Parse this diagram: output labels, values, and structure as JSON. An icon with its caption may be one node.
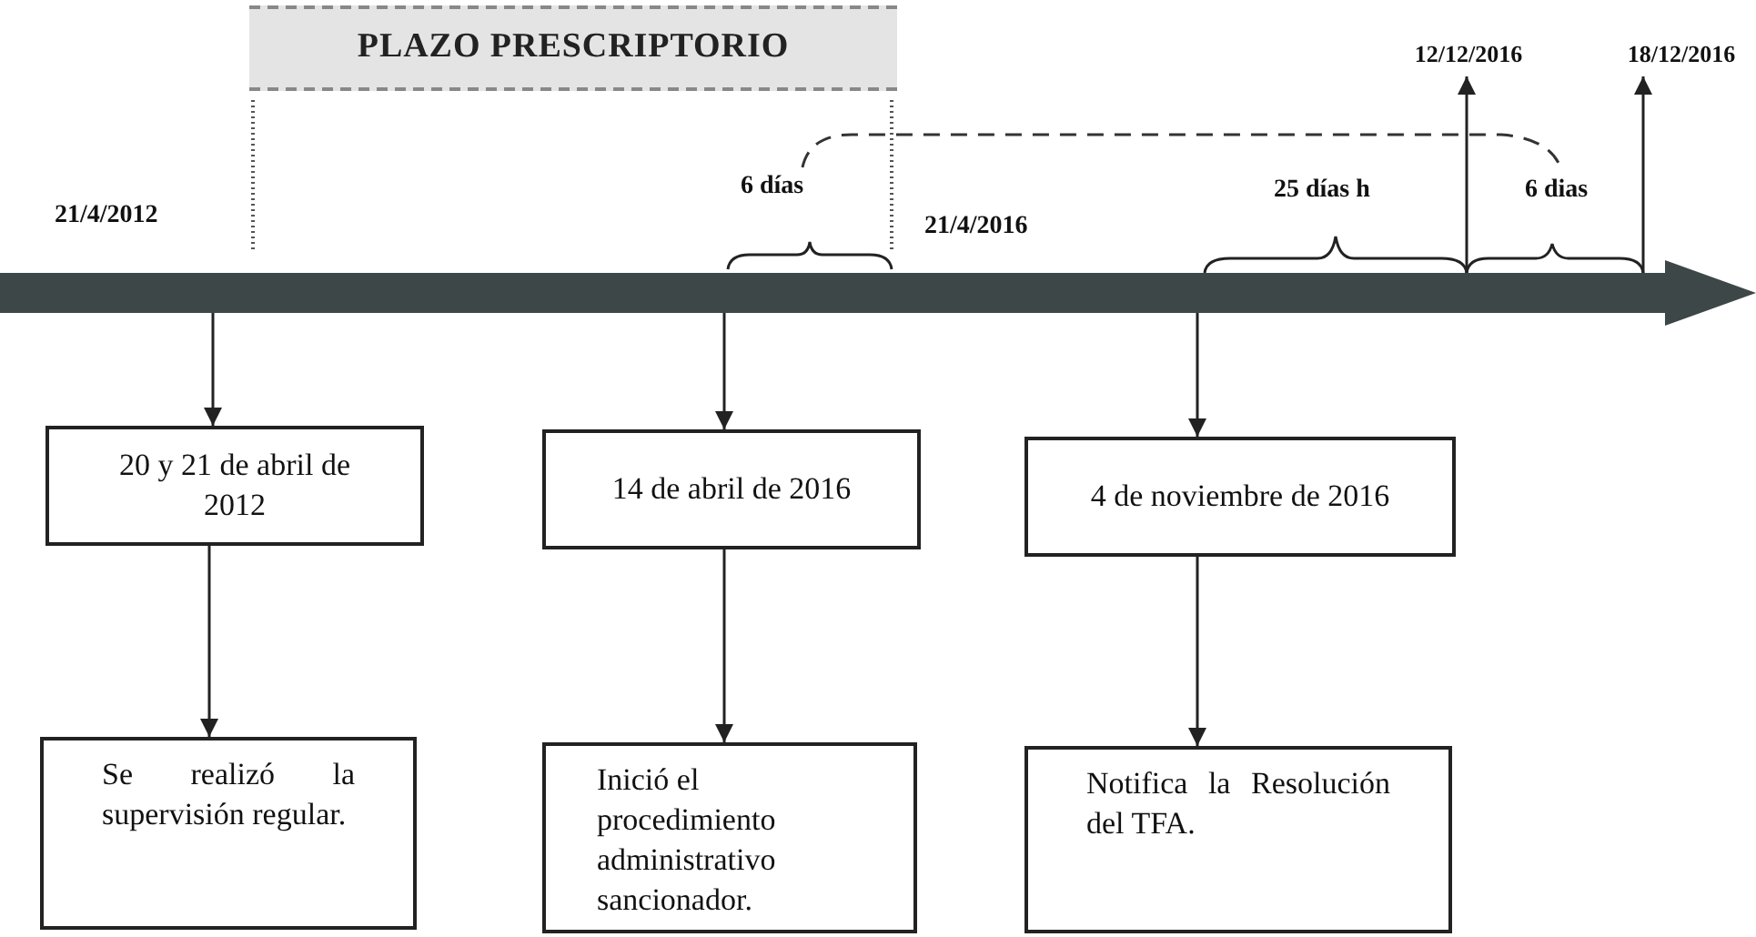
{
  "diagram": {
    "nodes": [
      {
        "text": [],
        "shape": "bar"
      },
      {
        "text": [
          "PLAZO PRESCRIPTORIO"
        ]
      },
      {
        "text": [
          "20 y 21 de abril de 2012"
        ]
      },
      {
        "text": [
          "14 de abril de 2016"
        ]
      },
      {
        "text": [
          "4 de noviembre de 2016"
        ]
      },
      {
        "text": [
          "Se realizó la supervisión regular."
        ]
      },
      {
        "text": [
          "Inició el procedimiento administrativo sancionador."
        ]
      },
      {
        "text": [
          "Notifica la Resolución del TFA."
        ]
      },
      {
        "text": [
          "12/12/2016"
        ]
      },
      {
        "text": [
          "18/12/2016"
        ]
      }
    ],
    "edges": [
      {
        "from": 0,
        "to": 2,
        "arrow": "to"
      },
      {
        "from": 0,
        "to": 3,
        "arrow": "to"
      },
      {
        "from": 0,
        "to": 4,
        "arrow": "to"
      },
      {
        "from": 2,
        "to": 5,
        "arrow": "to"
      },
      {
        "from": 3,
        "to": 6,
        "arrow": "to"
      },
      {
        "from": 4,
        "to": 7,
        "arrow": "to"
      },
      {
        "from": 0,
        "to": 8,
        "arrow": "to"
      },
      {
        "from": 0,
        "to": 9,
        "arrow": "to"
      }
    ],
    "labels": [
      "21/4/2012",
      "6 días",
      "21/4/2016",
      "25 días h",
      "6 dias"
    ]
  }
}
